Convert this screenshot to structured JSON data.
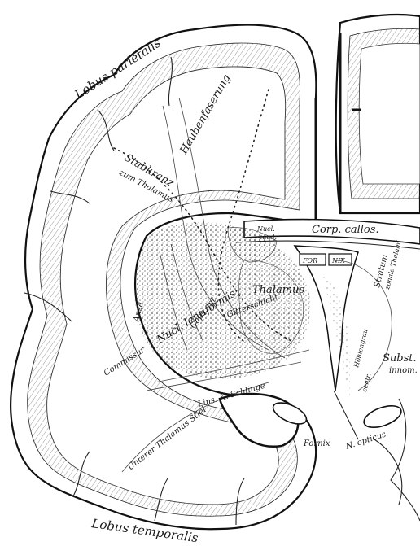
{
  "figure": {
    "labels": {
      "lobus_parietalis": "Lobus parietalis",
      "haubenfaserung": "Haubenfaserung",
      "stabkranz_1": "Stabkranz",
      "stabkranz_2": "zum Thalamus",
      "corp_callos": "Corp. callos.",
      "nucl_caud_1": "Nucl.",
      "nucl_caud_2": "caud.",
      "for": "FOR",
      "nix": "NIX",
      "stratum_1": "Stratum",
      "stratum_2": "zonale Thalami",
      "thalamus": "Thalamus",
      "gitterschicht": "Gitterschicht",
      "caps_int": "Caps. int.",
      "nucl_lentiformis": "Nucl. lentiformis",
      "commissur": "Commissur",
      "ansa": "Ansa",
      "centr_hoehlengrau_1": "Höhlengrau",
      "centr_hoehlengrau_2": "centr.",
      "subst_innom_1": "Subst.",
      "subst_innom_2": "innom.",
      "linsenkern_schlinge": "Lins. K. Schlinge",
      "unterer_thalamusstiel": "Unterer Thalamus Stiel",
      "fornix": "Fornix",
      "n_opticus": "N. opticus",
      "lobus_temporalis": "Lobus temporalis"
    }
  }
}
